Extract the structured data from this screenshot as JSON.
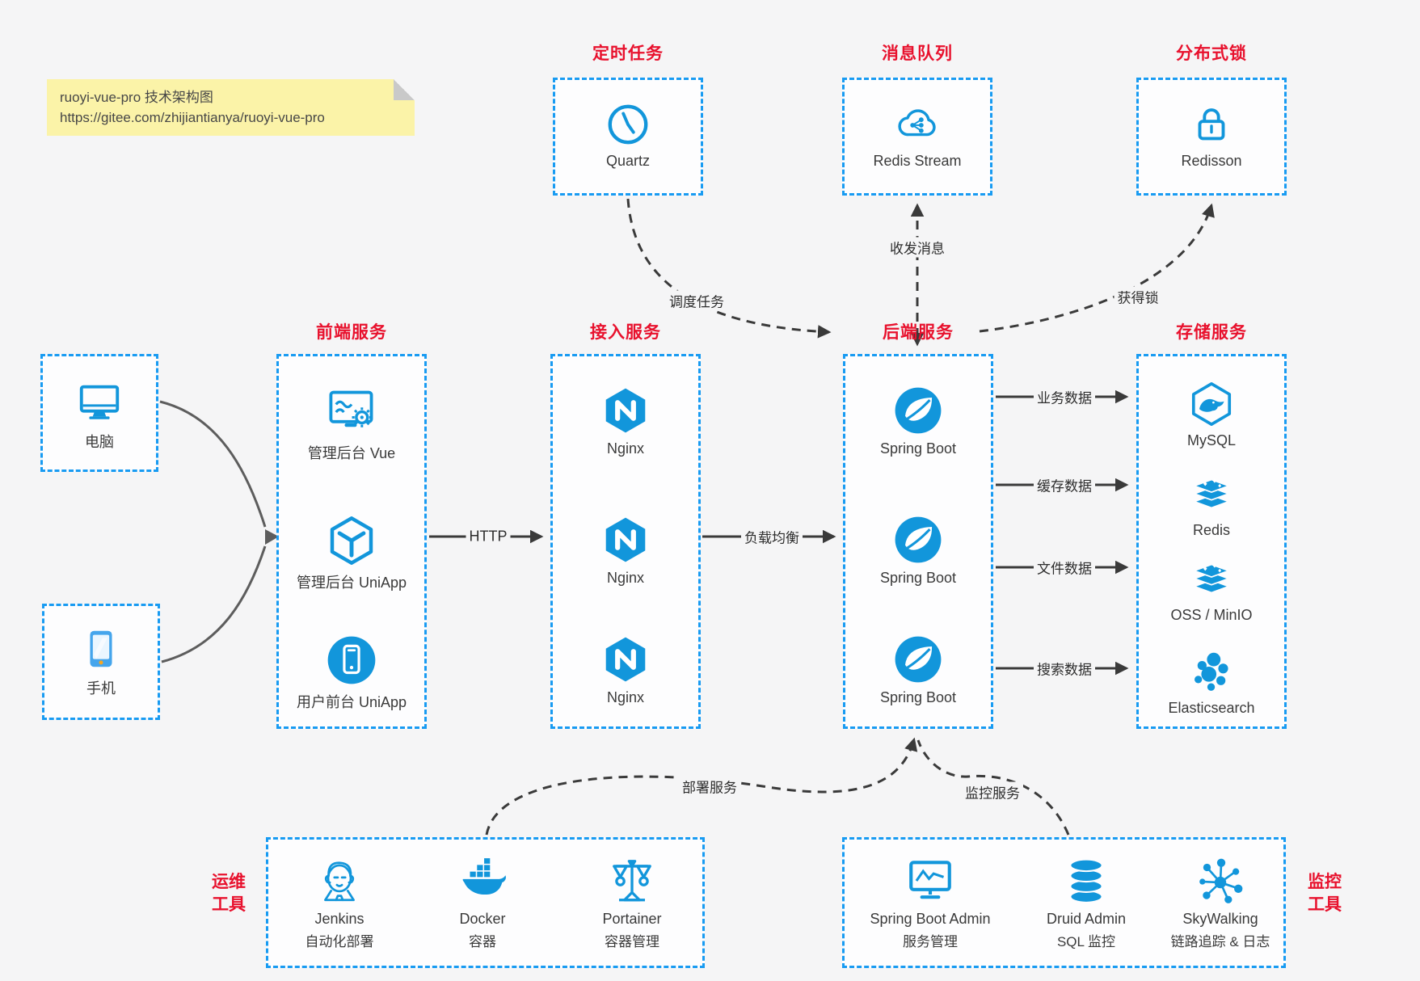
{
  "note": {
    "line1": "ruoyi-vue-pro 技术架构图",
    "line2": "https://gitee.com/zhijiantianya/ruoyi-vue-pro"
  },
  "colors": {
    "icon_blue": "#1296db",
    "dash_border_blue": "#189bf2",
    "header_red": "#e8112d",
    "arrow_dark": "#3a3a3a",
    "note_bg": "#fbf3a8",
    "canvas_bg": "#f5f5f6"
  },
  "top_groups": [
    {
      "header": "定时任务",
      "item": {
        "label": "Quartz",
        "icon": "clock-icon"
      }
    },
    {
      "header": "消息队列",
      "item": {
        "label": "Redis Stream",
        "icon": "cloud-share-icon"
      }
    },
    {
      "header": "分布式锁",
      "item": {
        "label": "Redisson",
        "icon": "lock-icon"
      }
    }
  ],
  "clients": [
    {
      "label": "电脑",
      "icon": "monitor-icon"
    },
    {
      "label": "手机",
      "icon": "smartphone-icon"
    }
  ],
  "columns": [
    {
      "header": "前端服务",
      "items": [
        {
          "label": "管理后台 Vue"
        },
        {
          "label": "管理后台 UniApp"
        },
        {
          "label": "用户前台 UniApp"
        }
      ]
    },
    {
      "header": "接入服务",
      "items": [
        {
          "label": "Nginx"
        },
        {
          "label": "Nginx"
        },
        {
          "label": "Nginx"
        }
      ]
    },
    {
      "header": "后端服务",
      "items": [
        {
          "label": "Spring Boot"
        },
        {
          "label": "Spring Boot"
        },
        {
          "label": "Spring Boot"
        }
      ]
    },
    {
      "header": "存储服务",
      "items": [
        {
          "label": "MySQL"
        },
        {
          "label": "Redis"
        },
        {
          "label": "OSS / MinIO"
        },
        {
          "label": "Elasticsearch"
        }
      ]
    }
  ],
  "edges": {
    "http": "HTTP",
    "load_balance": "负载均衡",
    "schedule": "调度任务",
    "message": "收发消息",
    "lock": "获得锁",
    "business": "业务数据",
    "cache": "缓存数据",
    "file": "文件数据",
    "search": "搜索数据",
    "deploy": "部署服务",
    "monitor": "监控服务"
  },
  "bottom_groups": [
    {
      "lines": [
        "运维",
        "工具"
      ],
      "items": [
        {
          "name": "Jenkins",
          "desc": "自动化部署"
        },
        {
          "name": "Docker",
          "desc": "容器"
        },
        {
          "name": "Portainer",
          "desc": "容器管理"
        }
      ]
    },
    {
      "lines": [
        "监控",
        "工具"
      ],
      "items": [
        {
          "name": "Spring Boot Admin",
          "desc": "服务管理"
        },
        {
          "name": "Druid Admin",
          "desc": "SQL 监控"
        },
        {
          "name": "SkyWalking",
          "desc": "链路追踪 & 日志"
        }
      ]
    }
  ]
}
